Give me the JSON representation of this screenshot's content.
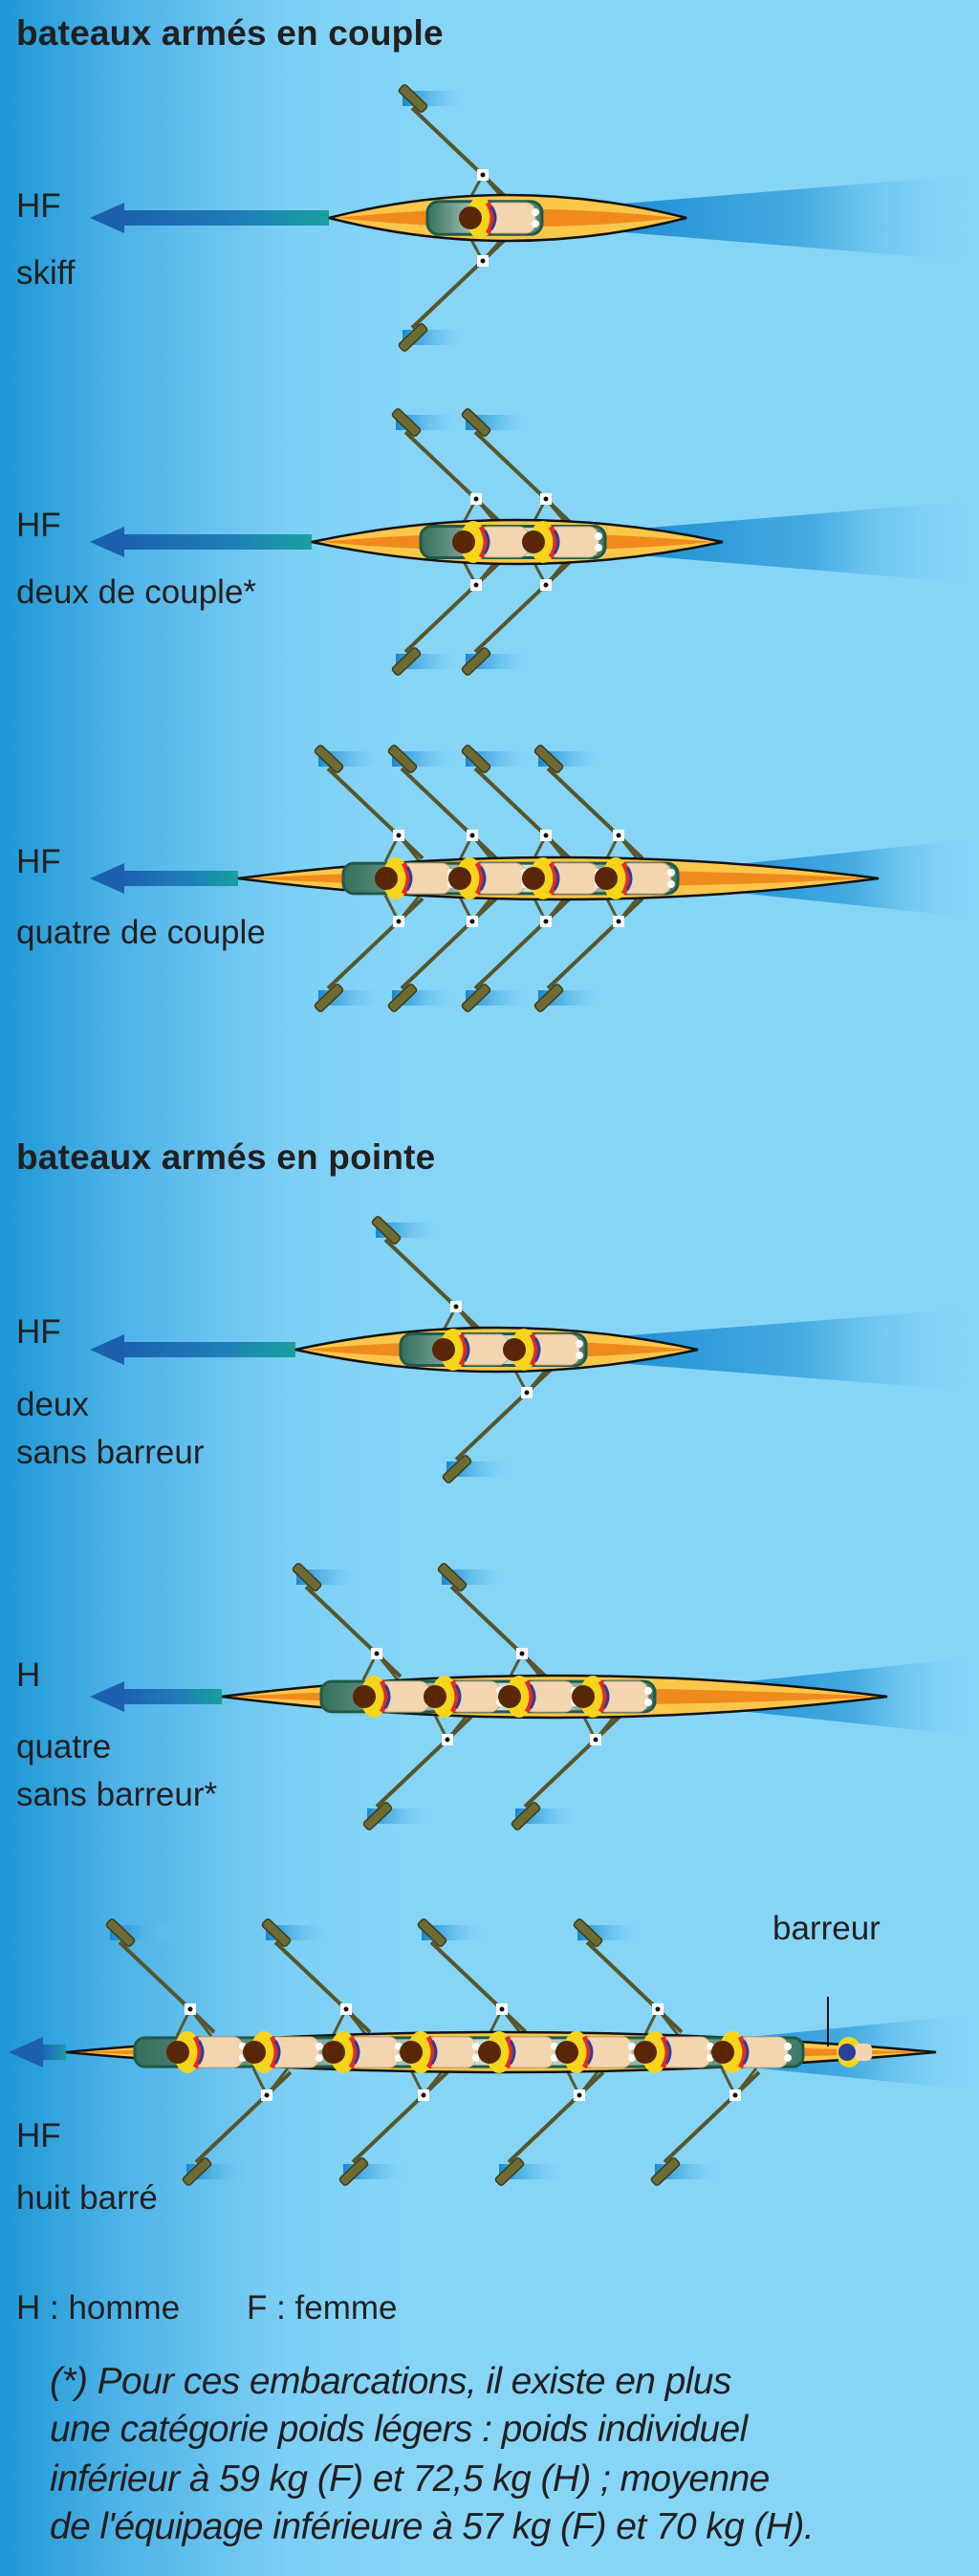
{
  "sections": {
    "couple_title": "bateaux armés en couple",
    "pointe_title": "bateaux armés en pointe"
  },
  "boats": [
    {
      "category": "HF",
      "name": "skiff"
    },
    {
      "category": "HF",
      "name": "deux de couple*"
    },
    {
      "category": "HF",
      "name": "quatre de couple"
    },
    {
      "category": "HF",
      "name_line1": "deux",
      "name_line2": "sans barreur"
    },
    {
      "category": "H",
      "name_line1": "quatre",
      "name_line2": "sans barreur*"
    },
    {
      "category": "HF",
      "name": "huit barré",
      "cox_label": "barreur"
    }
  ],
  "legend": {
    "homme": "H : homme",
    "femme": "F : femme"
  },
  "footnote": {
    "line1": "(*) Pour ces embarcations, il existe en plus",
    "line2": "une catégorie poids légers : poids individuel",
    "line3": "inférieur à 59 kg (F) et 72,5 kg (H) ; moyenne",
    "line4": "de l'équipage inférieure à 57 kg (F) et 70 kg (H)."
  },
  "colors": {
    "hull": "#fbc74a",
    "stripe": "#f08a1c",
    "cockpit": "#2f6e5c",
    "oar": "#57552a",
    "arrow": "#1c6db5",
    "wake": "#1a8fd6"
  }
}
